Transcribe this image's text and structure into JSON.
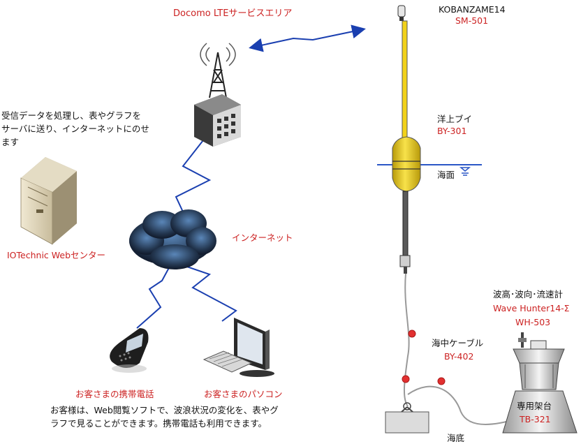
{
  "labels": {
    "lte_area": "Docomo LTEサービスエリア",
    "device_name": "KOBANZAME14",
    "device_model": "SM-501",
    "buoy_name": "洋上ブイ",
    "buoy_model": "BY-301",
    "sea_surface": "海面",
    "web_center_desc_1": "受信データを処理し、表やグラフを",
    "web_center_desc_2": "サーバに送り、インターネットにのせ",
    "web_center_desc_3": "ます",
    "web_center": "IOTechnic Webセンター",
    "internet": "インターネット",
    "sensor_name": "波高･波向･流速計",
    "sensor_product": "Wave Hunter14-Σ",
    "sensor_model": "WH-503",
    "cable_name": "海中ケーブル",
    "cable_model": "BY-402",
    "mount_name": "専用架台",
    "mount_model": "TB-321",
    "seabed": "海底",
    "customer_phone": "お客さまの携帯電話",
    "customer_pc": "お客さまのパソコン",
    "footer_line_1": "お客様は、Web閲覧ソフトで、波浪状況の変化を、表やグ",
    "footer_line_2": "ラフで見ることができます。携帯電話も利用できます。"
  },
  "colors": {
    "label_red": "#cc2222",
    "link_blue": "#1a3fb0",
    "buoy_yellow": "#f2d21a",
    "sea_line": "#2a56c6"
  },
  "icons": {
    "antenna_tower": "radio-tower",
    "web_server": "server",
    "internet_cloud": "cloud",
    "mobile_phone": "phone",
    "personal_computer": "computer"
  }
}
